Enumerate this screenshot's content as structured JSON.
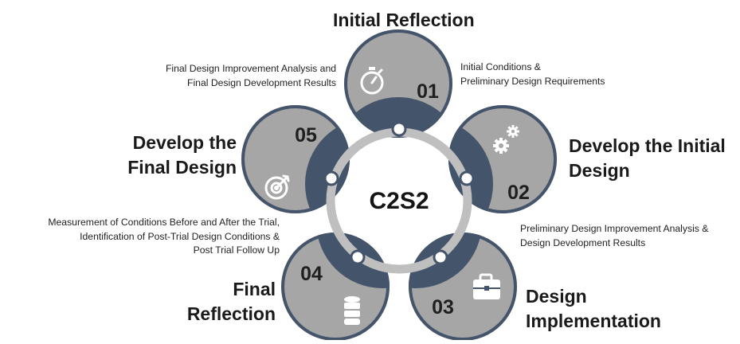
{
  "center": {
    "label": "C2S2"
  },
  "stages": [
    {
      "number": "01",
      "title": "Initial Reflection",
      "note_lines": [
        "Initial Conditions &",
        "Preliminary Design Requirements"
      ],
      "icon": "stopwatch-icon"
    },
    {
      "number": "02",
      "title_lines": [
        "Develop the Initial",
        "Design"
      ],
      "note_lines": [
        "Preliminary Design Improvement Analysis &",
        "Design Development Results"
      ],
      "icon": "gears-icon"
    },
    {
      "number": "03",
      "title_lines": [
        "Design",
        "Implementation"
      ],
      "icon": "briefcase-icon"
    },
    {
      "number": "04",
      "title_lines": [
        "Final",
        "Reflection"
      ],
      "note_lines": [
        "Measurement of Conditions Before and After the Trial,",
        "Identification of Post-Trial Design Conditions &",
        "Post Trial Follow Up"
      ],
      "icon": "database-icon"
    },
    {
      "number": "05",
      "title_lines": [
        "Develop the",
        "Final Design"
      ],
      "note_lines": [
        "Final Design Improvement Analysis and",
        "Final Design Development Results"
      ],
      "icon": "target-icon"
    }
  ],
  "colors": {
    "disc_light": "#a6a6a6",
    "disc_dark": "#44546a",
    "ring": "#bfbfbf",
    "outline": "#44546a",
    "text": "#1a1a1a"
  }
}
